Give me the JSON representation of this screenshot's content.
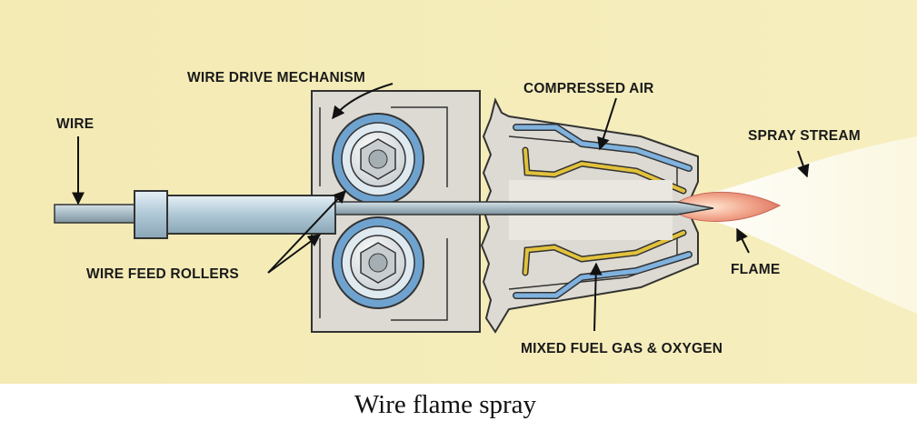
{
  "diagram": {
    "labels": {
      "wire": "WIRE",
      "wire_drive_mechanism": "WIRE DRIVE MECHANISM",
      "compressed_air": "COMPRESSED AIR",
      "spray_stream": "SPRAY STREAM",
      "wire_feed_rollers": "WIRE FEED ROLLERS",
      "flame": "FLAME",
      "mixed_fuel_gas_oxygen": "MIXED FUEL GAS & OXYGEN"
    },
    "caption": "Wire flame spray",
    "colors": {
      "background": "#f3e9ae",
      "body": "#dcdad2",
      "wire": "#a9bcc6",
      "roller": "#6fa3cf",
      "air_channel": "#7fb2de",
      "fuel_channel": "#e2c23c",
      "flame": "#ea9c86",
      "spray": "#ffffff"
    }
  }
}
